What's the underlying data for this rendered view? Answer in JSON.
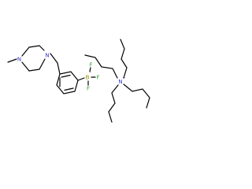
{
  "colors": {
    "background": "#ffffff",
    "bond": "#000000",
    "nitrogen": "#3333cc",
    "fluorine": "#33a333",
    "boron": "#8c8c00"
  },
  "atoms": {
    "piperazine_n_methyl": "N",
    "piperazine_n_benzyl": "N",
    "boron": "B",
    "boron_charge": "-",
    "fluorine_1": "F",
    "fluorine_2": "F",
    "fluorine_3": "F",
    "ammonium_n": "N",
    "ammonium_charge": "+"
  }
}
